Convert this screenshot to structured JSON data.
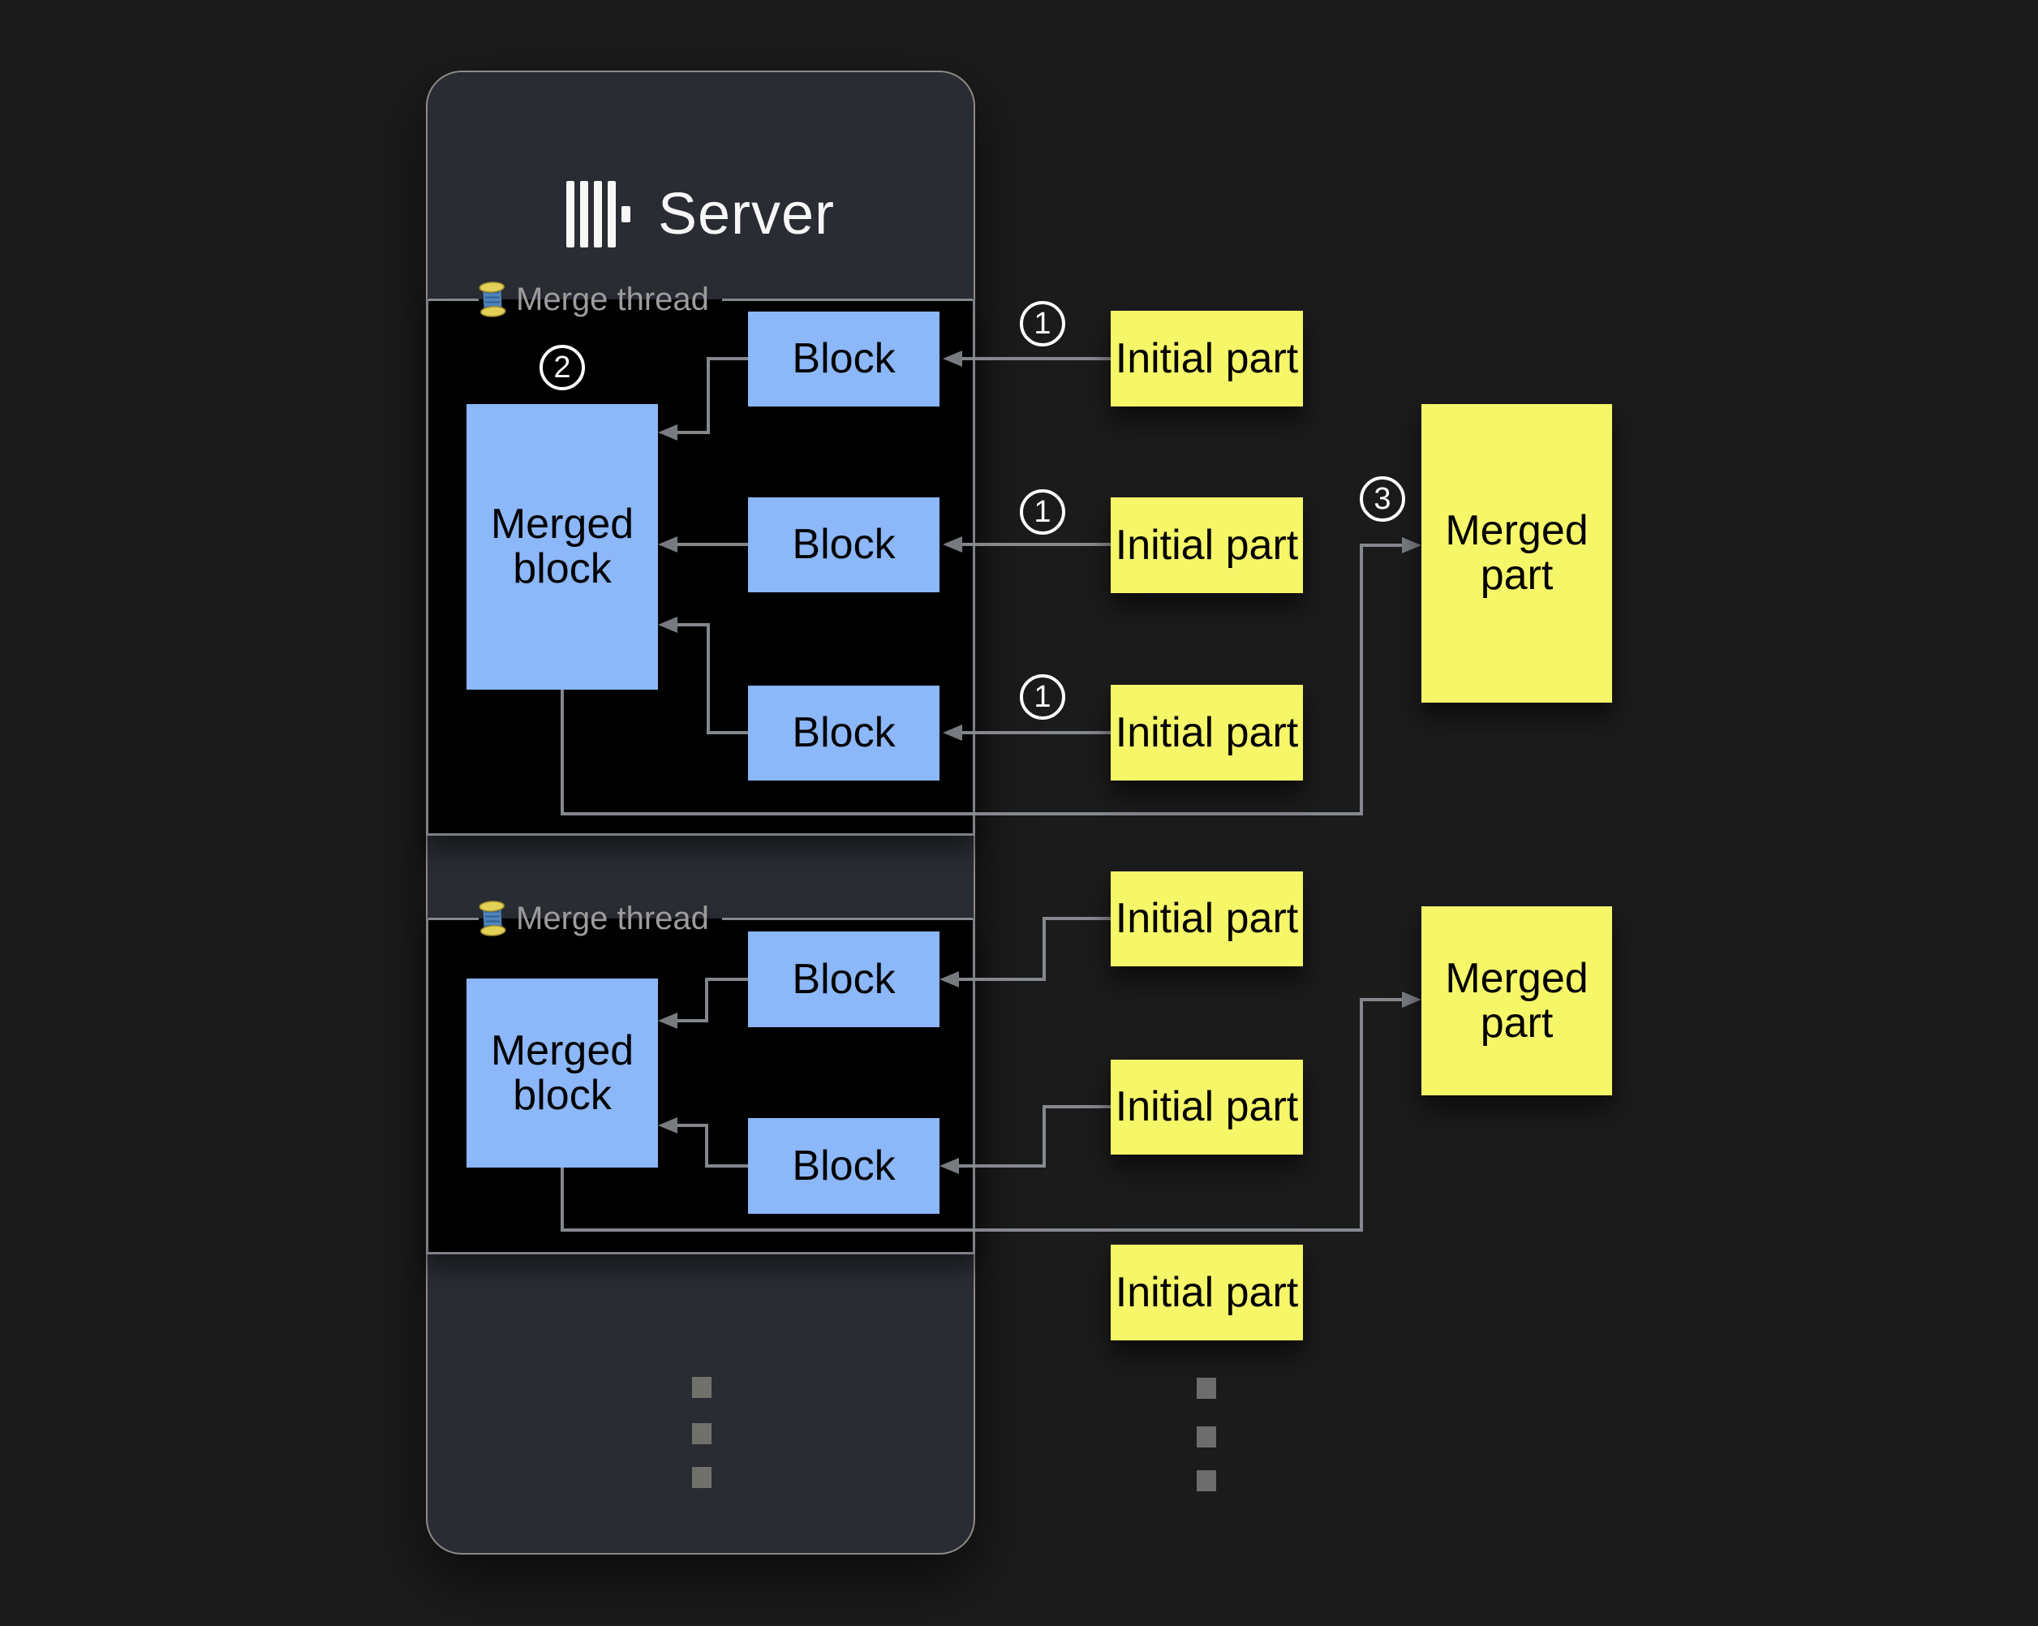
{
  "colors": {
    "background": "#1b1b1c",
    "server_panel": "#2a2c33",
    "thread_box": "#000000",
    "block_fill": "#8cb7f8",
    "part_fill": "#f6f669",
    "connector": "#8b8f94",
    "thread_label_text": "#9c9c9c",
    "badge_text": "#ffffff"
  },
  "server": {
    "title": "Server",
    "logo_icon": "clickhouse-logo-icon"
  },
  "threads": [
    {
      "icon": "thread-spool-icon",
      "label": "Merge thread",
      "step_badge": "2",
      "merged_block": "Merged block",
      "blocks": [
        "Block",
        "Block",
        "Block"
      ]
    },
    {
      "icon": "thread-spool-icon",
      "label": "Merge thread",
      "merged_block": "Merged block",
      "blocks": [
        "Block",
        "Block"
      ]
    }
  ],
  "parts": {
    "initial_parts": [
      "Initial part",
      "Initial part",
      "Initial part",
      "Initial part",
      "Initial part",
      "Initial part"
    ],
    "merged_parts": [
      "Merged part",
      "Merged part"
    ],
    "insert_badges": [
      "1",
      "1",
      "1"
    ],
    "merge_result_badge": "3"
  },
  "icons": {
    "ellipsis": "vertical-ellipsis-dots"
  }
}
